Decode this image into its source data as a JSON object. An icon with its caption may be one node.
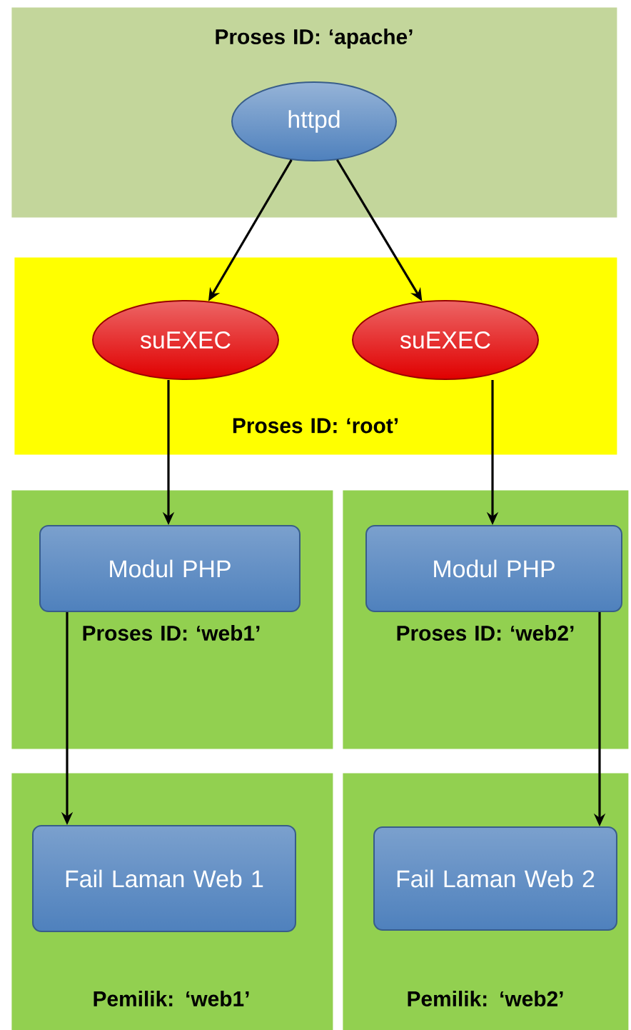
{
  "diagram": {
    "nodes": [
      {
        "text": [
          "Proses ID: ‘apache’"
        ]
      },
      {
        "text": [
          "httpd"
        ],
        "in": 0
      },
      {
        "text": [
          "Proses ID: ‘root’"
        ]
      },
      {
        "text": [
          "suEXEC"
        ],
        "in": 2
      },
      {
        "text": [
          "suEXEC"
        ],
        "in": 2
      },
      {
        "text": [
          "Proses ID: ‘web1’"
        ]
      },
      {
        "text": [
          "Modul PHP"
        ],
        "in": 5
      },
      {
        "text": [
          "Proses ID: ‘web2’"
        ]
      },
      {
        "text": [
          "Modul PHP"
        ],
        "in": 7
      },
      {
        "text": [
          "Pemilik: ‘web1’"
        ]
      },
      {
        "text": [
          "Fail Laman Web 1"
        ],
        "in": 9
      },
      {
        "text": [
          "Pemilik: ‘web2’"
        ]
      },
      {
        "text": [
          "Fail Laman Web 2"
        ],
        "in": 11
      }
    ],
    "edges": [
      {
        "from": 1,
        "to": 3,
        "arrow": "to"
      },
      {
        "from": 1,
        "to": 4,
        "arrow": "to"
      },
      {
        "from": 3,
        "to": 6,
        "arrow": "to"
      },
      {
        "from": 4,
        "to": 8,
        "arrow": "to"
      },
      {
        "from": 6,
        "to": 10,
        "arrow": "to"
      },
      {
        "from": 8,
        "to": 12,
        "arrow": "to"
      }
    ]
  }
}
